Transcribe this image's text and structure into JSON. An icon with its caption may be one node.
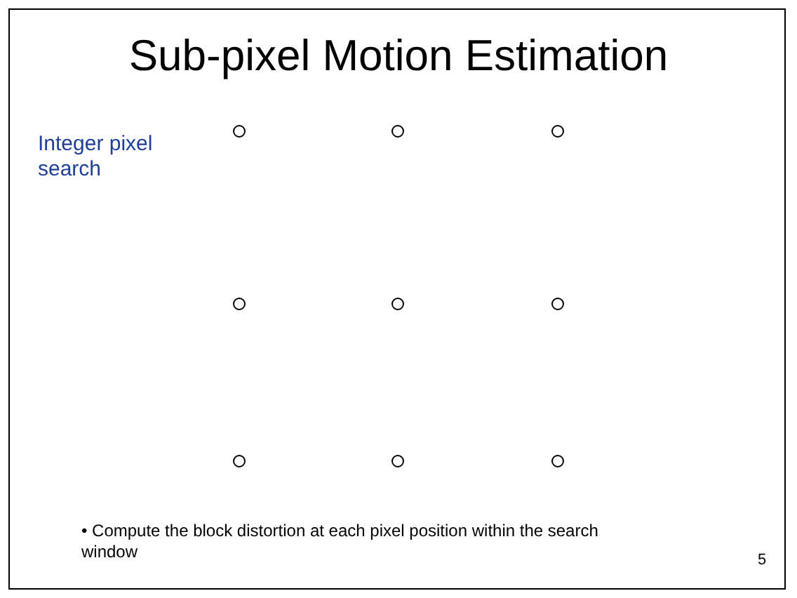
{
  "diagram": {
    "title": "Sub-pixel Motion Estimation",
    "nodes": [
      {
        "text": [],
        "shape": "circle"
      },
      {
        "text": [],
        "shape": "circle"
      },
      {
        "text": [],
        "shape": "circle"
      },
      {
        "text": [],
        "shape": "circle"
      },
      {
        "text": [],
        "shape": "circle"
      },
      {
        "text": [],
        "shape": "circle"
      },
      {
        "text": [],
        "shape": "circle"
      },
      {
        "text": [],
        "shape": "circle"
      },
      {
        "text": [],
        "shape": "circle"
      }
    ],
    "labels": [
      "Integer pixel search",
      "• Compute the block distortion at each pixel position within the search window",
      "5"
    ]
  }
}
